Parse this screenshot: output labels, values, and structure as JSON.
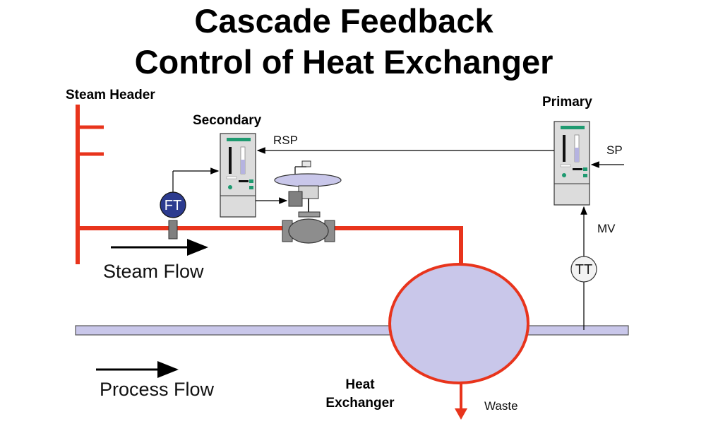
{
  "title": {
    "line1": "Cascade Feedback",
    "line2": "Control of Heat Exchanger"
  },
  "labels": {
    "steam_header": "Steam Header",
    "secondary": "Secondary",
    "primary": "Primary",
    "rsp": "RSP",
    "sp": "SP",
    "mv": "MV",
    "steam_flow": "Steam Flow",
    "process_flow": "Process Flow",
    "heat_exchanger_line1": "Heat",
    "heat_exchanger_line2": "Exchanger",
    "waste": "Waste"
  },
  "instruments": {
    "flow_transmitter": "FT",
    "temperature_transmitter": "TT"
  },
  "colors": {
    "steam_line": "#e8341c",
    "process_pipe": "#c9c7ea",
    "exchanger_fill": "#c9c7ea",
    "controller_body": "#dcdcdc",
    "controller_display": "#1e9a70",
    "ft_fill": "#2c3b8f",
    "valve_body": "#8d8d8d"
  }
}
